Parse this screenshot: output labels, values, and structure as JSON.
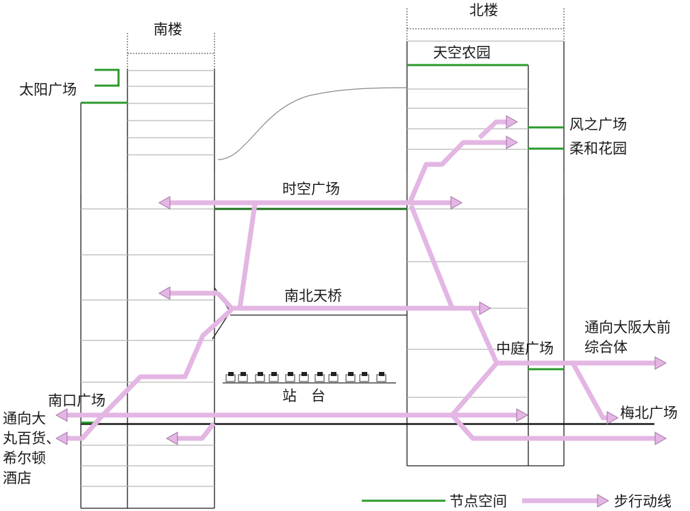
{
  "buildings": {
    "south": "南楼",
    "north": "北楼"
  },
  "places": {
    "sun_plaza": "太阳广场",
    "sky_farm": "天空农园",
    "wind_plaza": "风之广场",
    "soft_garden": "柔和花园",
    "time_space_plaza": "时空广场",
    "ns_bridge": "南北天桥",
    "courtyard_plaza": "中庭广场",
    "south_exit_plaza": "南口广场",
    "umekita_plaza": "梅北广场",
    "platform": "站　台"
  },
  "destinations": {
    "osaka_ekimae": [
      "通向大阪大前",
      "综合体"
    ],
    "daimaru_hilton": [
      "通向大",
      "丸百货、",
      "希尔顿",
      "酒店"
    ]
  },
  "legend": {
    "node_space": "节点空间",
    "walking_route": "步行动线"
  },
  "colors": {
    "node": "#2a9a2a",
    "route_fill": "#e3b6e3",
    "route_edge": "#a070a4",
    "wall": "#1a1a1a",
    "floor_line": "#b8b8b8"
  }
}
